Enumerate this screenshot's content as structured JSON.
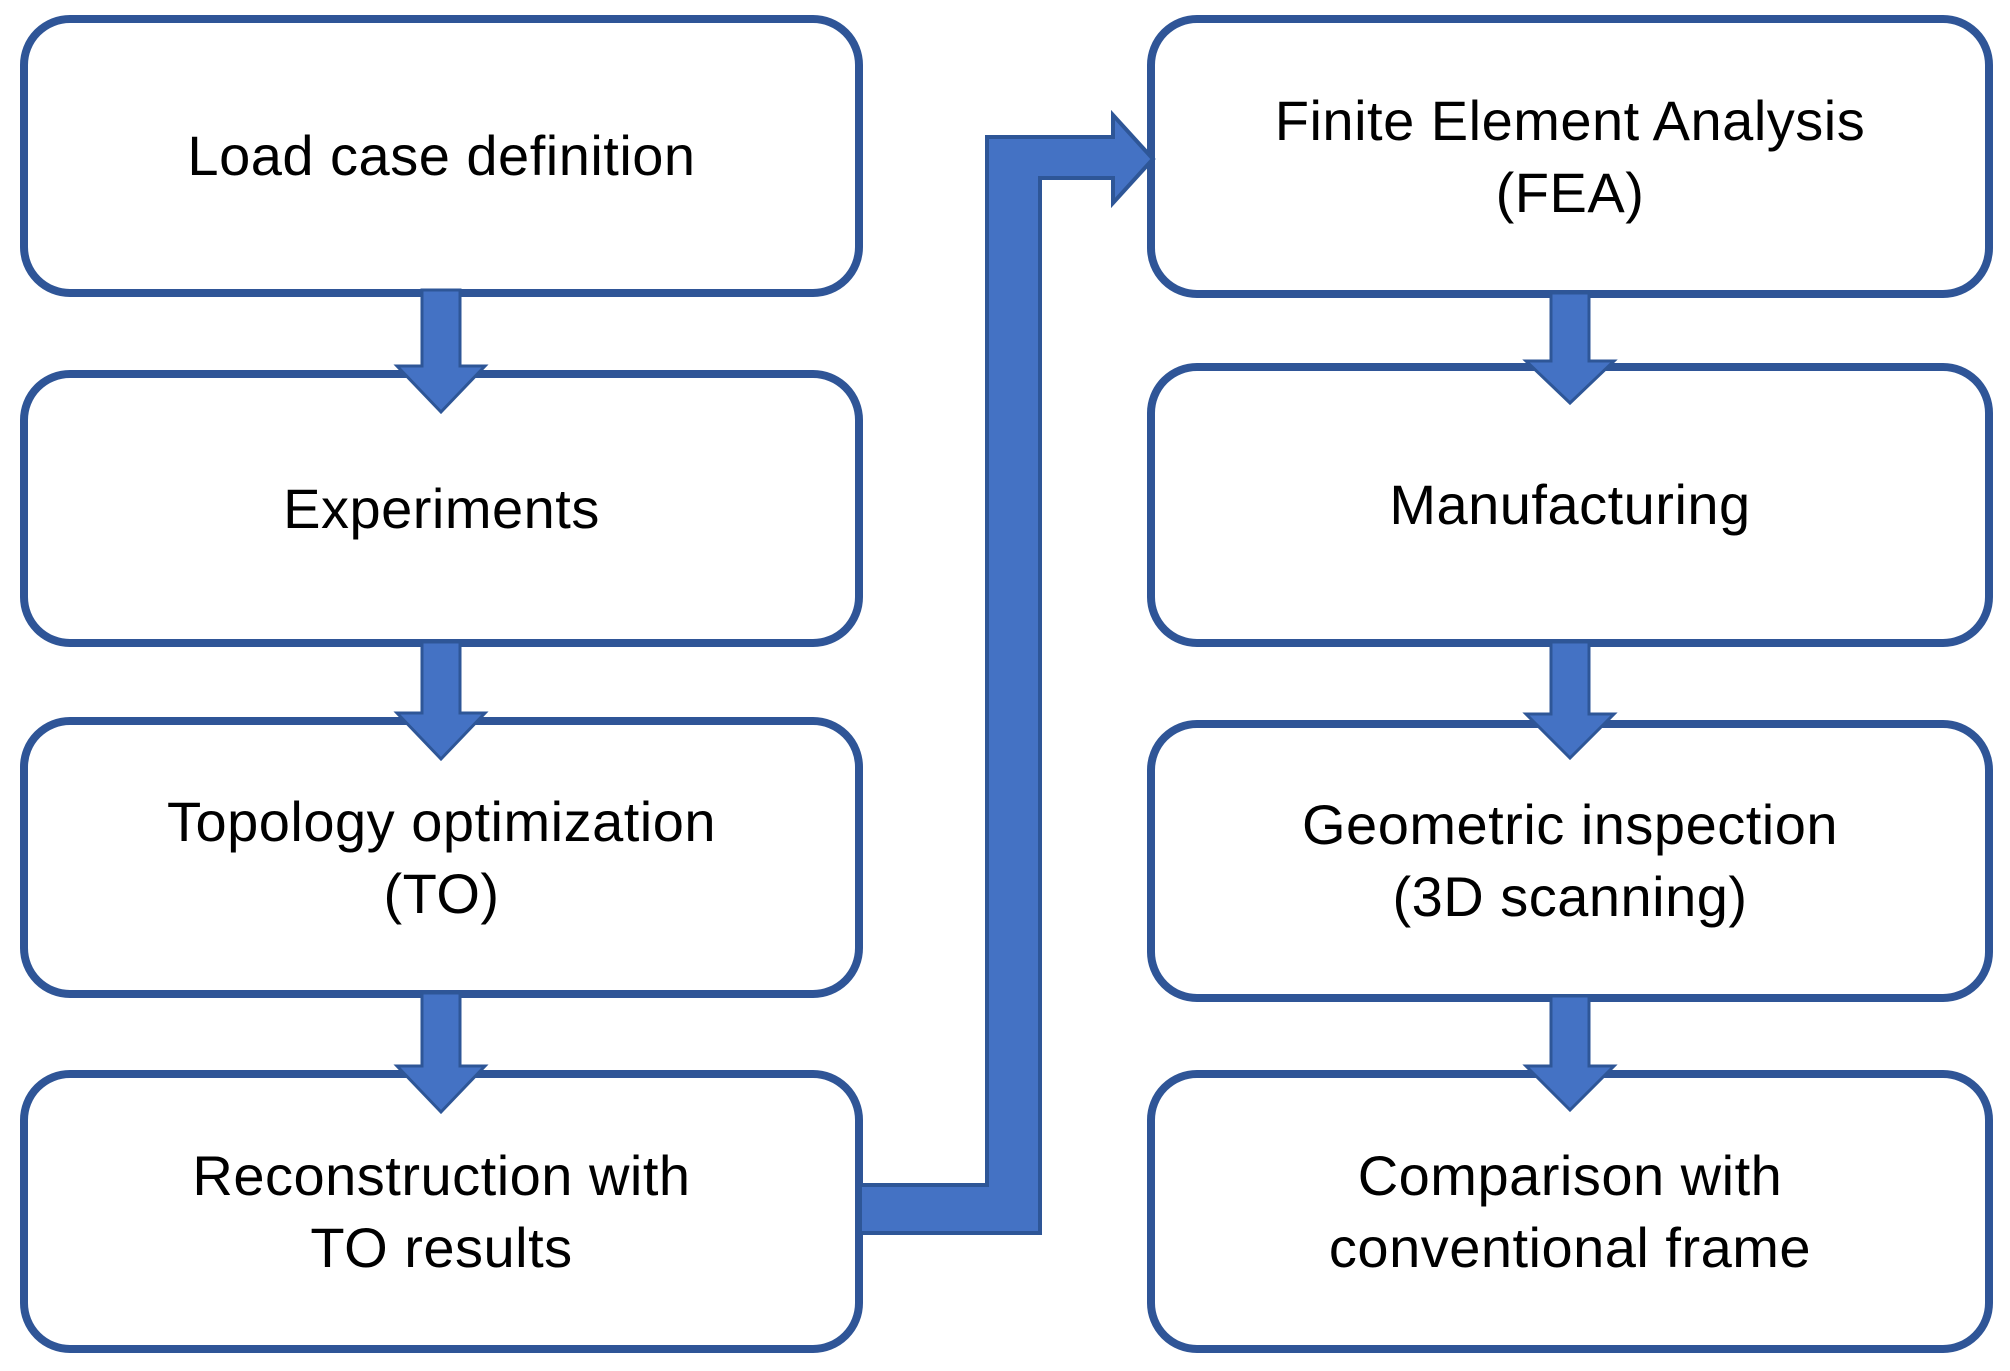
{
  "diagram": {
    "title": "Design and validation workflow flowchart",
    "colors": {
      "background": "#ffffff",
      "box_fill": "#ffffff",
      "box_border": "#2f5597",
      "arrow_fill": "#4472c4",
      "arrow_stroke": "#2e5697",
      "text": "#000000"
    },
    "nodes": [
      {
        "id": "load-case-definition",
        "label": "Load case definition",
        "lines": [
          "Load case definition",
          ""
        ]
      },
      {
        "id": "experiments",
        "label": "Experiments",
        "lines": [
          "Experiments",
          ""
        ]
      },
      {
        "id": "topology-optimization",
        "label": "Topology optimization (TO)",
        "lines": [
          "Topology optimization",
          "(TO)"
        ]
      },
      {
        "id": "reconstruction-with-to-results",
        "label": "Reconstruction with TO results",
        "lines": [
          "Reconstruction with",
          "TO results"
        ]
      },
      {
        "id": "finite-element-analysis",
        "label": "Finite Element Analysis (FEA)",
        "lines": [
          "Finite Element Analysis",
          "(FEA)"
        ]
      },
      {
        "id": "manufacturing",
        "label": "Manufacturing",
        "lines": [
          "Manufacturing",
          ""
        ]
      },
      {
        "id": "geometric-inspection",
        "label": "Geometric inspection (3D scanning)",
        "lines": [
          "Geometric inspection",
          "(3D scanning)"
        ]
      },
      {
        "id": "comparison-conventional-frame",
        "label": "Comparison with conventional frame",
        "lines": [
          "Comparison with",
          "conventional frame"
        ]
      }
    ],
    "edges": [
      {
        "from": "load-case-definition",
        "to": "experiments",
        "type": "down-arrow"
      },
      {
        "from": "experiments",
        "to": "topology-optimization",
        "type": "down-arrow"
      },
      {
        "from": "topology-optimization",
        "to": "reconstruction-with-to-results",
        "type": "down-arrow"
      },
      {
        "from": "reconstruction-with-to-results",
        "to": "finite-element-analysis",
        "type": "elbow-up-right-arrow"
      },
      {
        "from": "finite-element-analysis",
        "to": "manufacturing",
        "type": "down-arrow"
      },
      {
        "from": "manufacturing",
        "to": "geometric-inspection",
        "type": "down-arrow"
      },
      {
        "from": "geometric-inspection",
        "to": "comparison-conventional-frame",
        "type": "down-arrow"
      }
    ]
  }
}
